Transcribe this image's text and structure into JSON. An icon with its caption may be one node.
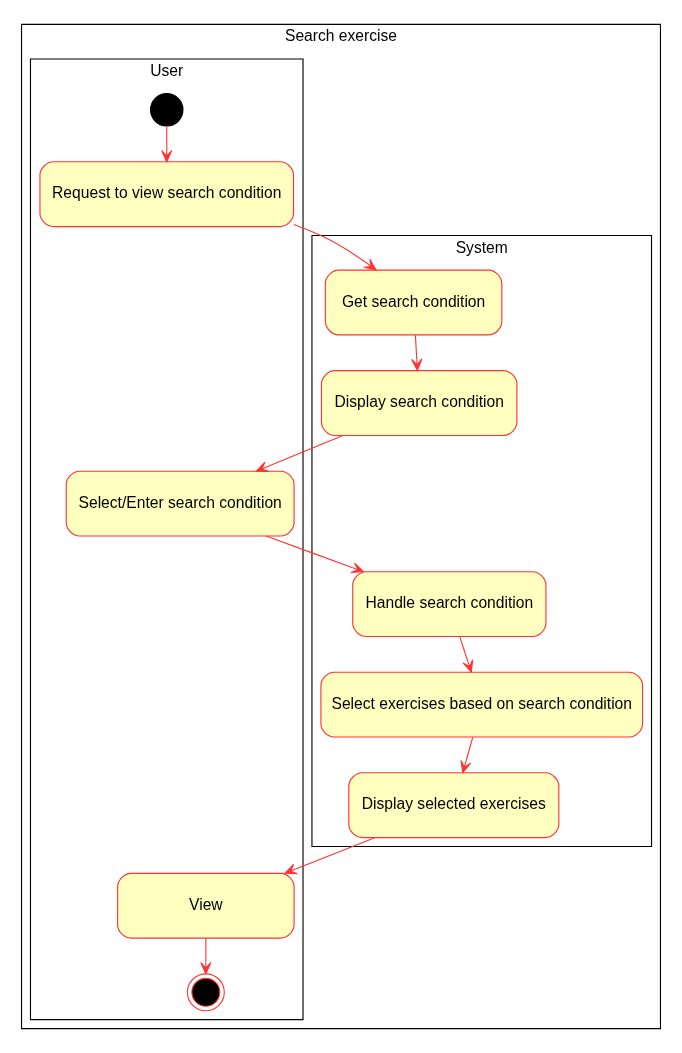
{
  "diagram": {
    "nodes": [
      {
        "text": [
          "Search exercise"
        ]
      },
      {
        "text": [
          "User"
        ],
        "in": 0
      },
      {
        "text": [
          "System"
        ],
        "in": 0
      },
      {
        "text": [],
        "shape": "circle",
        "in": 1
      },
      {
        "text": [
          "Request to view search condition"
        ],
        "in": 1
      },
      {
        "text": [
          "Get search condition"
        ],
        "in": 2
      },
      {
        "text": [
          "Select/Enter search condition"
        ],
        "in": 1
      },
      {
        "text": [
          "Display search condition"
        ],
        "in": 2
      },
      {
        "text": [
          "Handle search condition"
        ],
        "in": 2
      },
      {
        "text": [
          "Select exercises based on search condition"
        ],
        "in": 2
      },
      {
        "text": [
          "View"
        ],
        "in": 1
      },
      {
        "text": [
          "Display selected exercises"
        ],
        "in": 2
      },
      {
        "text": [],
        "shape": "bullseye",
        "in": 1
      }
    ],
    "edges": [
      {
        "from": 3,
        "to": 4,
        "arrow": "to"
      },
      {
        "from": 4,
        "to": 5,
        "arrow": "to"
      },
      {
        "from": 5,
        "to": 7,
        "arrow": "to"
      },
      {
        "from": 7,
        "to": 6,
        "arrow": "to"
      },
      {
        "from": 6,
        "to": 8,
        "arrow": "to"
      },
      {
        "from": 8,
        "to": 9,
        "arrow": "to"
      },
      {
        "from": 9,
        "to": 11,
        "arrow": "to"
      },
      {
        "from": 11,
        "to": 10,
        "arrow": "to"
      },
      {
        "from": 10,
        "to": 12,
        "arrow": "to"
      }
    ]
  }
}
